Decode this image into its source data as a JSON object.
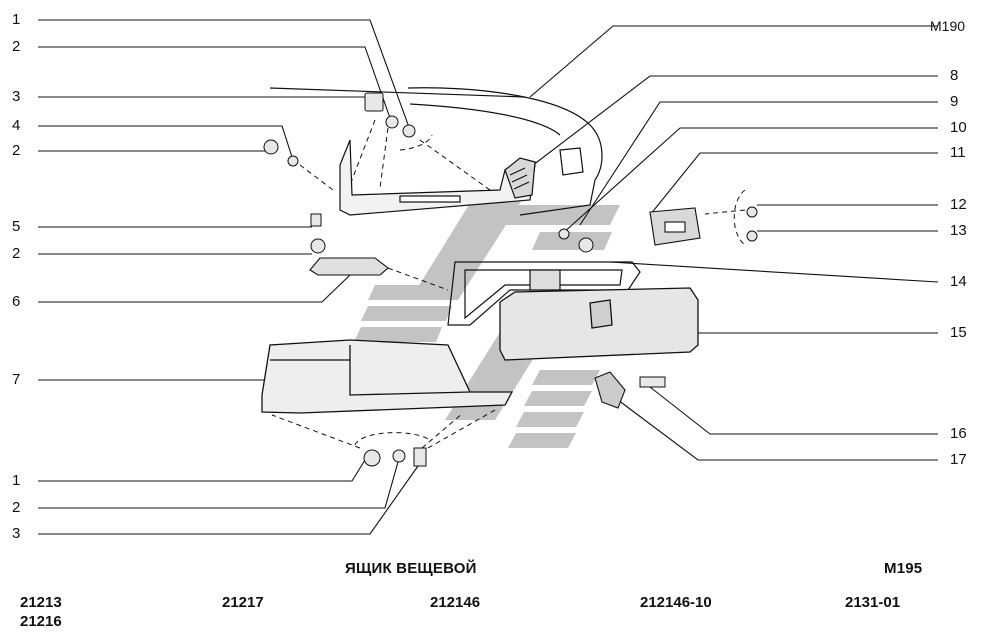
{
  "header": {
    "figure_ref": "М190"
  },
  "callouts_left": [
    "1",
    "2",
    "3",
    "4",
    "2",
    "5",
    "2",
    "6",
    "7",
    "1",
    "2",
    "3"
  ],
  "callouts_right": [
    "8",
    "9",
    "10",
    "11",
    "12",
    "13",
    "14",
    "15",
    "16",
    "17"
  ],
  "caption": {
    "title": "ЯЩИК ВЕЩЕВОЙ",
    "figure_code": "М195"
  },
  "models": [
    "21213",
    "21216",
    "21217",
    "212146",
    "212146-10",
    "2131-01"
  ],
  "colors": {
    "ink": "#111111",
    "watermark": "#b9b9b9",
    "background": "#ffffff"
  }
}
